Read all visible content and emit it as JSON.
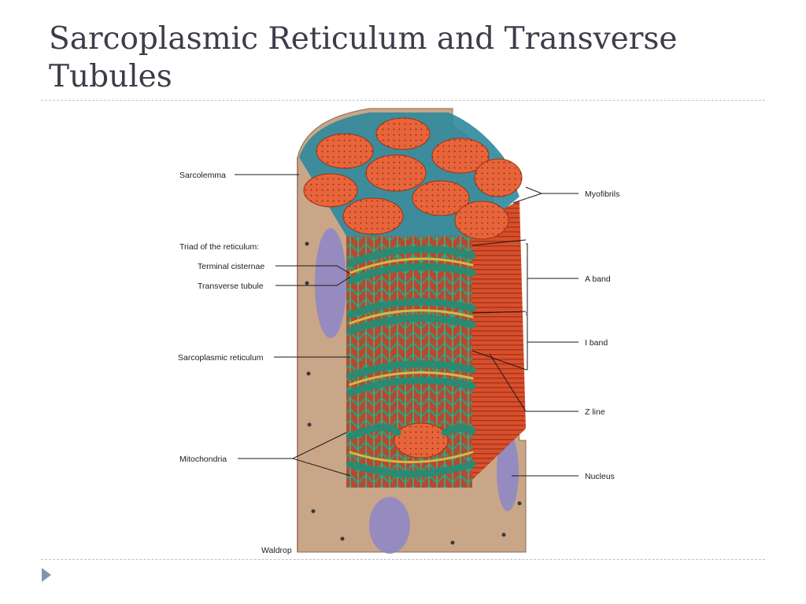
{
  "slide": {
    "title": "Sarcoplasmic Reticulum and Transverse Tubules"
  },
  "diagram": {
    "labels": {
      "sarcolemma": "Sarcolemma",
      "triad": "Triad of the reticulum:",
      "terminal_cisternae": "Terminal cisternae",
      "transverse_tubule": "Transverse tubule",
      "sarcoplasmic_reticulum": "Sarcoplasmic reticulum",
      "mitochondria": "Mitochondria",
      "myofibrils": "Myofibrils",
      "a_band": "A band",
      "i_band": "I band",
      "z_line": "Z line",
      "nucleus": "Nucleus"
    },
    "signature": "Waldrop",
    "colors": {
      "myofibril": "#e8643a",
      "reticulum": "#2f9b7a",
      "tubule": "#d8b840",
      "sarcolemma": "#c9a688",
      "nucleus": "#8c86c9"
    }
  }
}
